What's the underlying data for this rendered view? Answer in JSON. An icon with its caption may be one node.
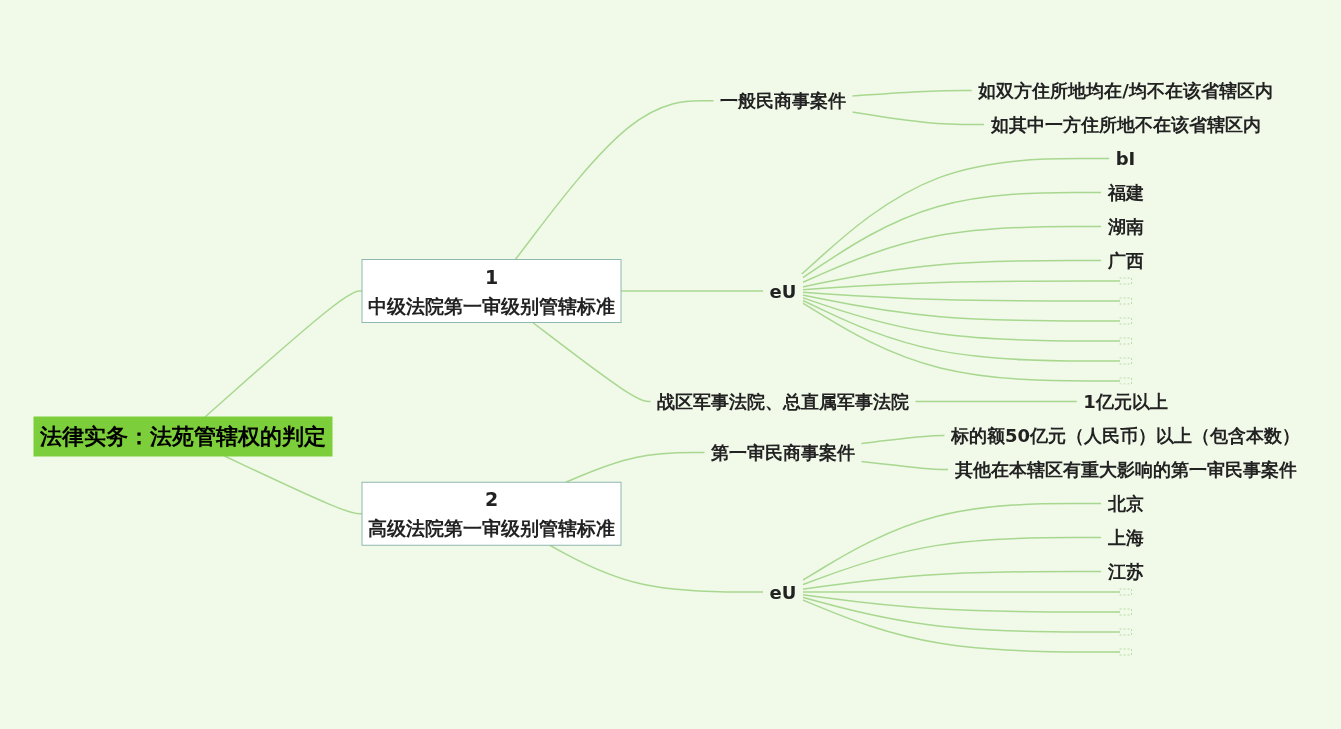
{
  "diagram": {
    "nodes": [
      {
        "text": [
          "法律实务：法苑管辖权的判定"
        ]
      },
      {
        "text": [
          "1",
          "中级法院第一审级别管辖标准"
        ]
      },
      {
        "text": [
          "一般民商事案件"
        ]
      },
      {
        "text": [
          "如双方住所地均在/均不在该省辖区内"
        ]
      },
      {
        "text": [
          "如其中一方住所地不在该省辖区内"
        ]
      },
      {
        "text": [
          "eU"
        ]
      },
      {
        "text": [
          "bI"
        ]
      },
      {
        "text": [
          "福建"
        ]
      },
      {
        "text": [
          "湖南"
        ]
      },
      {
        "text": [
          "广西"
        ]
      },
      {
        "text": [],
        "shape": "box"
      },
      {
        "text": [],
        "shape": "box"
      },
      {
        "text": [],
        "shape": "box"
      },
      {
        "text": [],
        "shape": "box"
      },
      {
        "text": [],
        "shape": "box"
      },
      {
        "text": [],
        "shape": "box"
      },
      {
        "text": [
          "战区军事法院、总直属军事法院"
        ]
      },
      {
        "text": [
          "1亿元以上"
        ]
      },
      {
        "text": [
          "2",
          "高级法院第一审级别管辖标准"
        ]
      },
      {
        "text": [
          "第一审民商事案件"
        ]
      },
      {
        "text": [
          "标的额50亿元（人民币）以上（包含本数）"
        ]
      },
      {
        "text": [
          "其他在本辖区有重大影响的第一审民事案件"
        ]
      },
      {
        "text": [
          "eU"
        ]
      },
      {
        "text": [
          "北京"
        ]
      },
      {
        "text": [
          "上海"
        ]
      },
      {
        "text": [
          "江苏"
        ]
      },
      {
        "text": [],
        "shape": "box"
      },
      {
        "text": [],
        "shape": "box"
      },
      {
        "text": [],
        "shape": "box"
      },
      {
        "text": [],
        "shape": "box"
      }
    ],
    "edges": [
      {
        "from": 0,
        "to": 1,
        "arrow": "none"
      },
      {
        "from": 1,
        "to": 2,
        "arrow": "none"
      },
      {
        "from": 2,
        "to": 3,
        "arrow": "none"
      },
      {
        "from": 2,
        "to": 4,
        "arrow": "none"
      },
      {
        "from": 1,
        "to": 5,
        "arrow": "none"
      },
      {
        "from": 5,
        "to": 6,
        "arrow": "none"
      },
      {
        "from": 5,
        "to": 7,
        "arrow": "none"
      },
      {
        "from": 5,
        "to": 8,
        "arrow": "none"
      },
      {
        "from": 5,
        "to": 9,
        "arrow": "none"
      },
      {
        "from": 5,
        "to": 10,
        "arrow": "none"
      },
      {
        "from": 5,
        "to": 11,
        "arrow": "none"
      },
      {
        "from": 5,
        "to": 12,
        "arrow": "none"
      },
      {
        "from": 5,
        "to": 13,
        "arrow": "none"
      },
      {
        "from": 5,
        "to": 14,
        "arrow": "none"
      },
      {
        "from": 5,
        "to": 15,
        "arrow": "none"
      },
      {
        "from": 1,
        "to": 16,
        "arrow": "none"
      },
      {
        "from": 16,
        "to": 17,
        "arrow": "none"
      },
      {
        "from": 0,
        "to": 18,
        "arrow": "none"
      },
      {
        "from": 18,
        "to": 19,
        "arrow": "none"
      },
      {
        "from": 19,
        "to": 20,
        "arrow": "none"
      },
      {
        "from": 19,
        "to": 21,
        "arrow": "none"
      },
      {
        "from": 18,
        "to": 22,
        "arrow": "none"
      },
      {
        "from": 22,
        "to": 23,
        "arrow": "none"
      },
      {
        "from": 22,
        "to": 24,
        "arrow": "none"
      },
      {
        "from": 22,
        "to": 25,
        "arrow": "none"
      },
      {
        "from": 22,
        "to": 26,
        "arrow": "none"
      },
      {
        "from": 22,
        "to": 27,
        "arrow": "none"
      },
      {
        "from": 22,
        "to": 28,
        "arrow": "none"
      },
      {
        "from": 22,
        "to": 29,
        "arrow": "none"
      }
    ]
  }
}
